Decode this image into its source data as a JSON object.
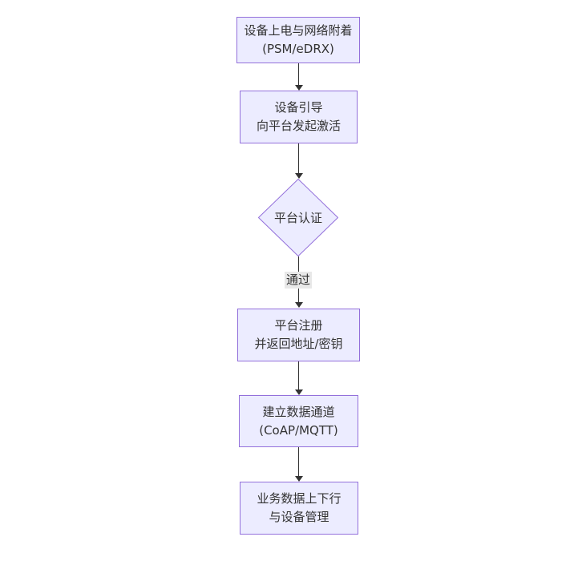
{
  "diagram": {
    "type": "flowchart",
    "direction": "top-down",
    "colors": {
      "background": "#ffffff",
      "node_fill": "#ECECFF",
      "node_border": "#9370DB",
      "line_color": "#333333",
      "text_color": "#333333",
      "edge_label_bg": "#e8e8e8"
    },
    "nodes": [
      {
        "id": "power",
        "type": "rect",
        "lines": [
          "设备上电与网络附着",
          "(PSM/eDRX)"
        ]
      },
      {
        "id": "boot",
        "type": "rect",
        "lines": [
          "设备引导",
          "向平台发起激活"
        ]
      },
      {
        "id": "auth",
        "type": "diamond",
        "lines": [
          "平台认证"
        ]
      },
      {
        "id": "register",
        "type": "rect",
        "lines": [
          "平台注册",
          "并返回地址/密钥"
        ]
      },
      {
        "id": "channel",
        "type": "rect",
        "lines": [
          "建立数据通道",
          "(CoAP/MQTT)"
        ]
      },
      {
        "id": "business",
        "type": "rect",
        "lines": [
          "业务数据上下行",
          "与设备管理"
        ]
      }
    ],
    "edges": [
      {
        "from": "power",
        "to": "boot",
        "label": ""
      },
      {
        "from": "boot",
        "to": "auth",
        "label": ""
      },
      {
        "from": "auth",
        "to": "register",
        "label": "通过"
      },
      {
        "from": "register",
        "to": "channel",
        "label": ""
      },
      {
        "from": "channel",
        "to": "business",
        "label": ""
      }
    ]
  }
}
